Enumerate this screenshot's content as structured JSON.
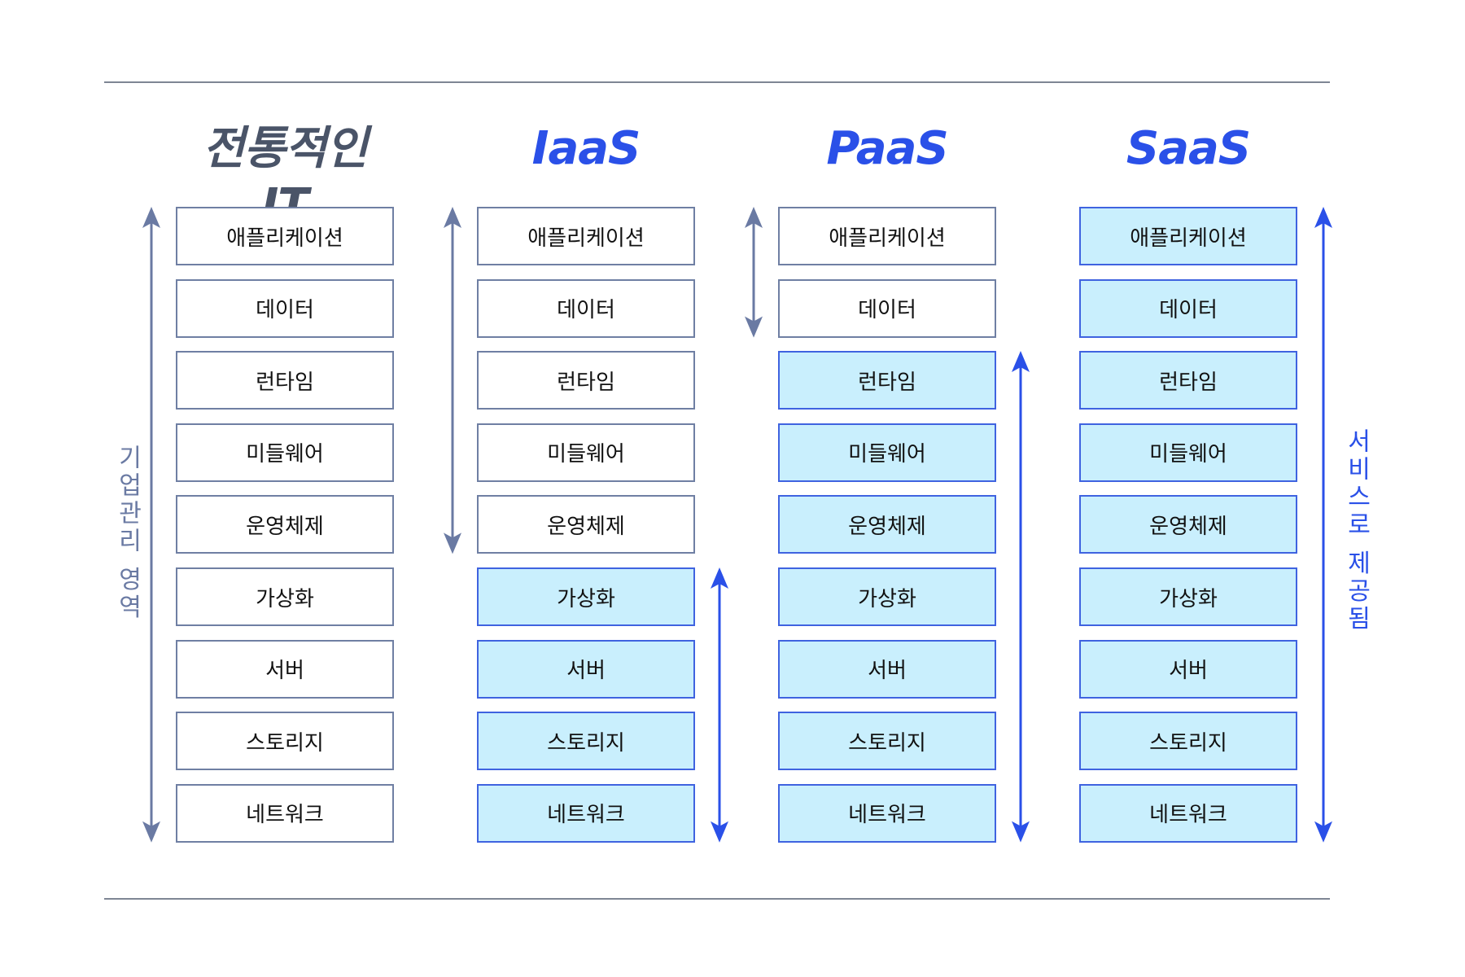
{
  "colors": {
    "managed_border": "#6f7fa3",
    "provided_border": "#3f63e0",
    "provided_fill": "#c9effd",
    "managed_arrow": "#6a7aa3",
    "provided_arrow": "#2a50e8",
    "traditional_title": "#4a5468",
    "cloud_title": "#2a50e8",
    "rule": "#7e8694"
  },
  "labels": {
    "managed": "기업관리 영역",
    "provided": "서비스로 제공됨"
  },
  "layers": [
    "애플리케이션",
    "데이터",
    "런타임",
    "미들웨어",
    "운영체제",
    "가상화",
    "서버",
    "스토리지",
    "네트워크"
  ],
  "columns": [
    {
      "title": "전통적인 IT",
      "managed_count": 9
    },
    {
      "title": "IaaS",
      "managed_count": 5
    },
    {
      "title": "PaaS",
      "managed_count": 2
    },
    {
      "title": "SaaS",
      "managed_count": 0
    }
  ]
}
